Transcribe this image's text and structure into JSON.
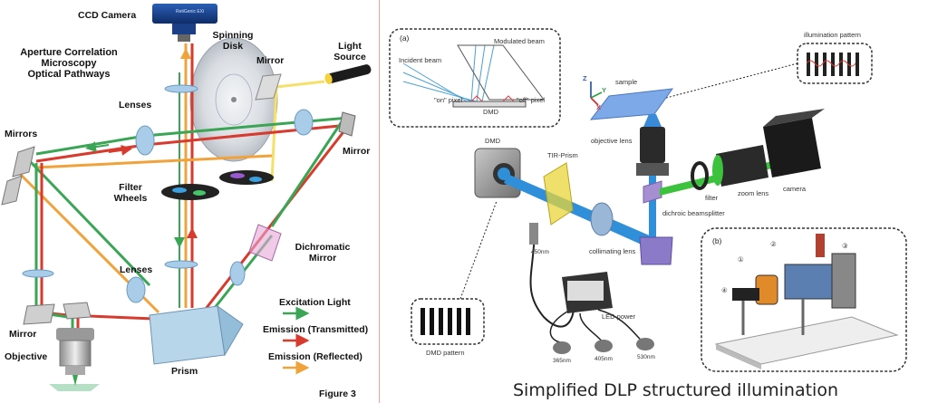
{
  "left_panel": {
    "title_lines": [
      "Aperture Correlation",
      "Microscopy",
      "Optical Pathways"
    ],
    "labels": {
      "ccd_camera": "CCD Camera",
      "spinning_disk": [
        "Spinning",
        "Disk"
      ],
      "light_source": [
        "Light",
        "Source"
      ],
      "mirror_top": "Mirror",
      "lenses_top": "Lenses",
      "mirrors_left": "Mirrors",
      "mirror_right": "Mirror",
      "filter_wheels": [
        "Filter",
        "Wheels"
      ],
      "dichromatic_mirror": [
        "Dichromatic",
        "Mirror"
      ],
      "lenses_mid": "Lenses",
      "mirror_bottom": "Mirror",
      "objective": "Objective",
      "prism": "Prism",
      "camera_brand": "RetiGenic EXi"
    },
    "legend": [
      {
        "label": "Excitation Light",
        "color": "#3aa655"
      },
      {
        "label": "Emission (Transmitted)",
        "color": "#d83a2e"
      },
      {
        "label": "Emission (Reflected)",
        "color": "#f0a33a"
      }
    ],
    "figure_label": "Figure 3"
  },
  "right_panel": {
    "inset_a": {
      "tag": "(a)",
      "modulated_beam": "Modulated beam",
      "incident_beam": "Incident beam",
      "on_pixel": "\"on\" pixel",
      "off_pixel": "\"off\" pixel",
      "dmd": "DMD"
    },
    "illumination_pattern": "illumination pattern",
    "axes": {
      "z": "Z",
      "y": "Y",
      "x": "X"
    },
    "sample": "sample",
    "objective_lens": "objective lens",
    "dmd": "DMD",
    "tir_prism": "TIR-Prism",
    "camera": "camera",
    "zoom_lens": "zoom lens",
    "filter": "filter",
    "dichroic_beamsplitter": "dichroic beamsplitter",
    "collimating_lens": "collimating lens",
    "fiber_450": "450nm",
    "led_power": "LED power",
    "leds": [
      "365nm",
      "405nm",
      "530nm"
    ],
    "dmd_pattern": "DMD pattern",
    "inset_b": {
      "tag": "(b)",
      "markers": [
        "①",
        "②",
        "③",
        "④"
      ]
    }
  },
  "caption": "Simplified DLP structured illumination",
  "colors": {
    "excitation": "#3aa655",
    "emission_transmitted": "#d83a2e",
    "emission_reflected": "#f0a33a",
    "blue_beam": "#2f8fd8",
    "green_beam": "#3cc23c",
    "divider": "#f2a0a0"
  }
}
